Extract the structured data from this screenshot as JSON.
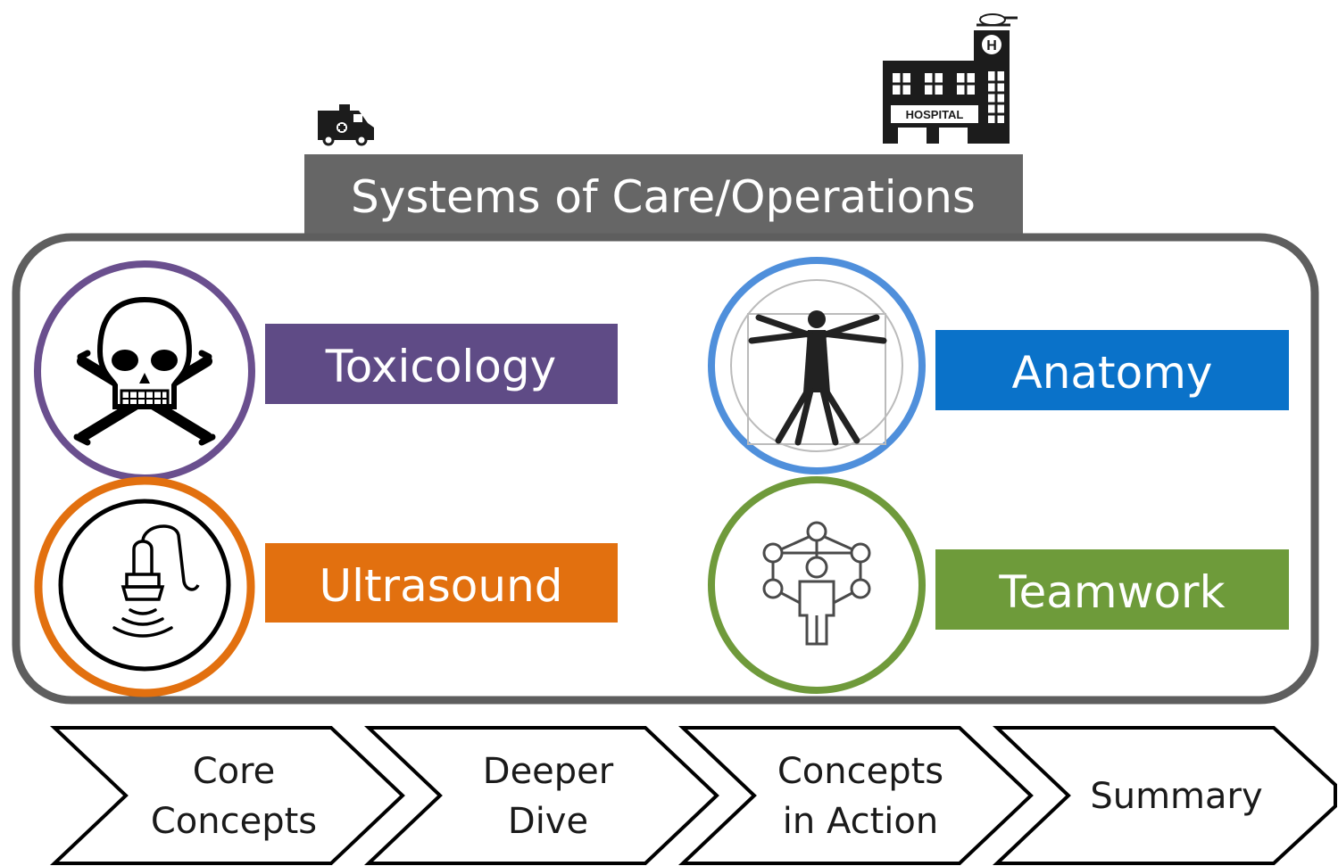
{
  "header": {
    "title": "Systems of Care/Operations"
  },
  "topics": [
    {
      "label": "Toxicology",
      "icon": "skull-crossbones-icon",
      "color": "#5f4b86"
    },
    {
      "label": "Anatomy",
      "icon": "vitruvian-man-icon",
      "color": "#0a72c9"
    },
    {
      "label": "Ultrasound",
      "icon": "ultrasound-probe-icon",
      "color": "#e2700f"
    },
    {
      "label": "Teamwork",
      "icon": "team-network-icon",
      "color": "#6e9b3a"
    }
  ],
  "topic_ring_colors": {
    "Toxicology": "#6a4f8e",
    "Anatomy": "#4f8fdb",
    "Ultrasound": "#e2700f",
    "Teamwork": "#6f9a3b"
  },
  "header_icons": [
    "ambulance-icon",
    "hospital-icon"
  ],
  "hospital_sign": "HOSPITAL",
  "hospital_letter": "H",
  "steps": [
    {
      "line1": "Core",
      "line2": "Concepts"
    },
    {
      "line1": "Deeper",
      "line2": "Dive"
    },
    {
      "line1": "Concepts",
      "line2": "in Action"
    },
    {
      "line1": "Summary",
      "line2": ""
    }
  ],
  "colors": {
    "header_bg": "#666666",
    "frame": "#5e5e5e"
  }
}
